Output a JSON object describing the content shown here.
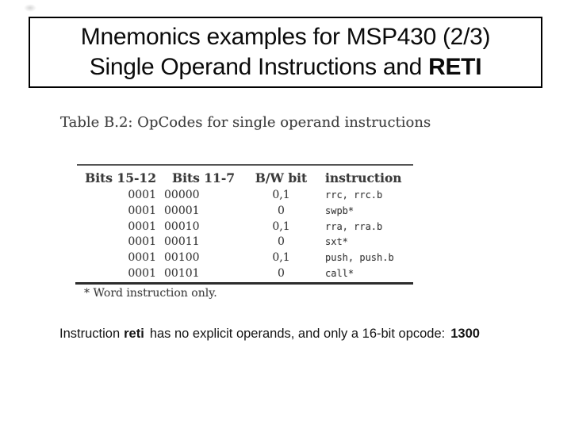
{
  "title": {
    "line1": "Mnemonics examples for MSP430 (2/3)",
    "line2_text": "Single Operand Instructions and ",
    "line2_emphasis": "RETI"
  },
  "figure": {
    "caption": "Table B.2: OpCodes for single operand instructions",
    "columns": [
      "Bits 15-12",
      "Bits 11-7",
      "B/W bit",
      "instruction"
    ],
    "rows": [
      [
        "0001",
        "00000",
        "0,1",
        "rrc, rrc.b"
      ],
      [
        "0001",
        "00001",
        "0",
        "swpb*"
      ],
      [
        "0001",
        "00010",
        "0,1",
        "rra, rra.b"
      ],
      [
        "0001",
        "00011",
        "0",
        "sxt*"
      ],
      [
        "0001",
        "00100",
        "0,1",
        "push, push.b"
      ],
      [
        "0001",
        "00101",
        "0",
        "call*"
      ]
    ],
    "footnote": "* Word instruction only."
  },
  "note": {
    "text_before": "Instruction",
    "mnemonic": "reti",
    "text_middle": "has no explicit operands, and only a 16-bit opcode:",
    "opcode": "1300"
  }
}
